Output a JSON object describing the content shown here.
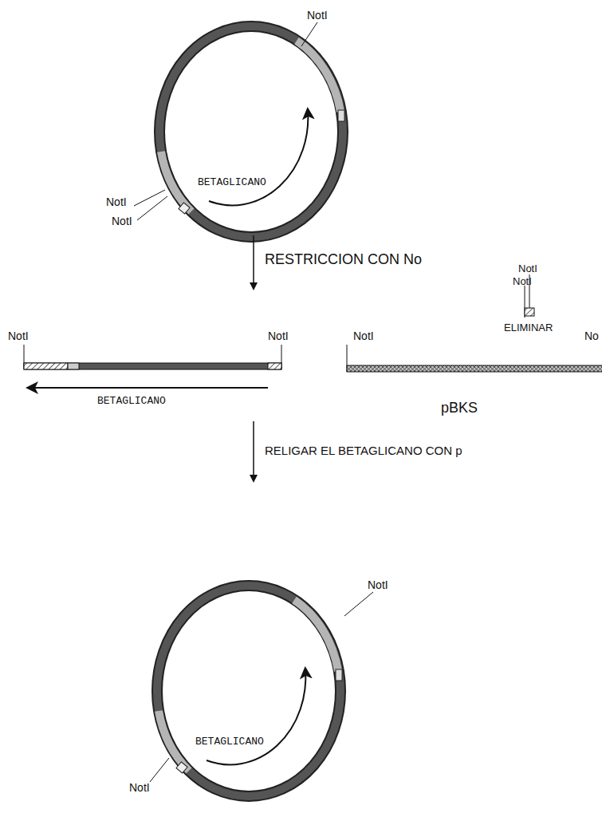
{
  "diagram": {
    "labels": [
      "NotI",
      "BETAGLICANO",
      "NotI",
      "NotI",
      "RESTRICCION CON No",
      "NotI",
      "NotI",
      "ELIMINAR",
      "NotI",
      "NotI",
      "NotI",
      "No",
      "BETAGLICANO",
      "pBKS",
      "RELIGAR EL BETAGLICANO CON p",
      "NotI",
      "BETAGLICANO",
      "NotI"
    ]
  }
}
